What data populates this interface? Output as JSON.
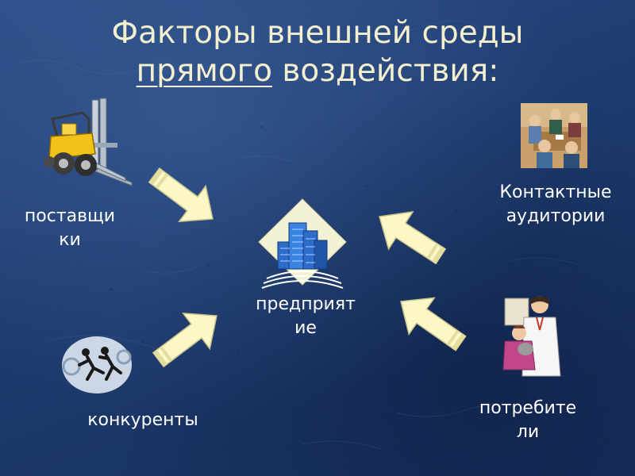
{
  "title": {
    "line1": "Факторы внешней среды",
    "line2_underlined": "прямого",
    "line2_rest": " воздействия:"
  },
  "labels": {
    "suppliers_1": "поставщи",
    "suppliers_2": "ки",
    "contact_1": "Контактные",
    "contact_2": "аудитории",
    "enterprise_1": "предприят",
    "enterprise_2": "ие",
    "competitors": "конкуренты",
    "consumers_1": "потребите",
    "consumers_2": "ли"
  },
  "icons": {
    "suppliers": "forklift-icon",
    "contact": "meeting-people-icon",
    "enterprise": "office-buildings-icon",
    "competitors": "runners-icon",
    "consumers": "doctor-patient-icon"
  },
  "colors": {
    "background": "#1e3b6e",
    "title": "#f4efcf",
    "label": "#ffffff",
    "arrow_fill": "#fbf7c6",
    "arrow_stroke": "#c9c08a"
  }
}
